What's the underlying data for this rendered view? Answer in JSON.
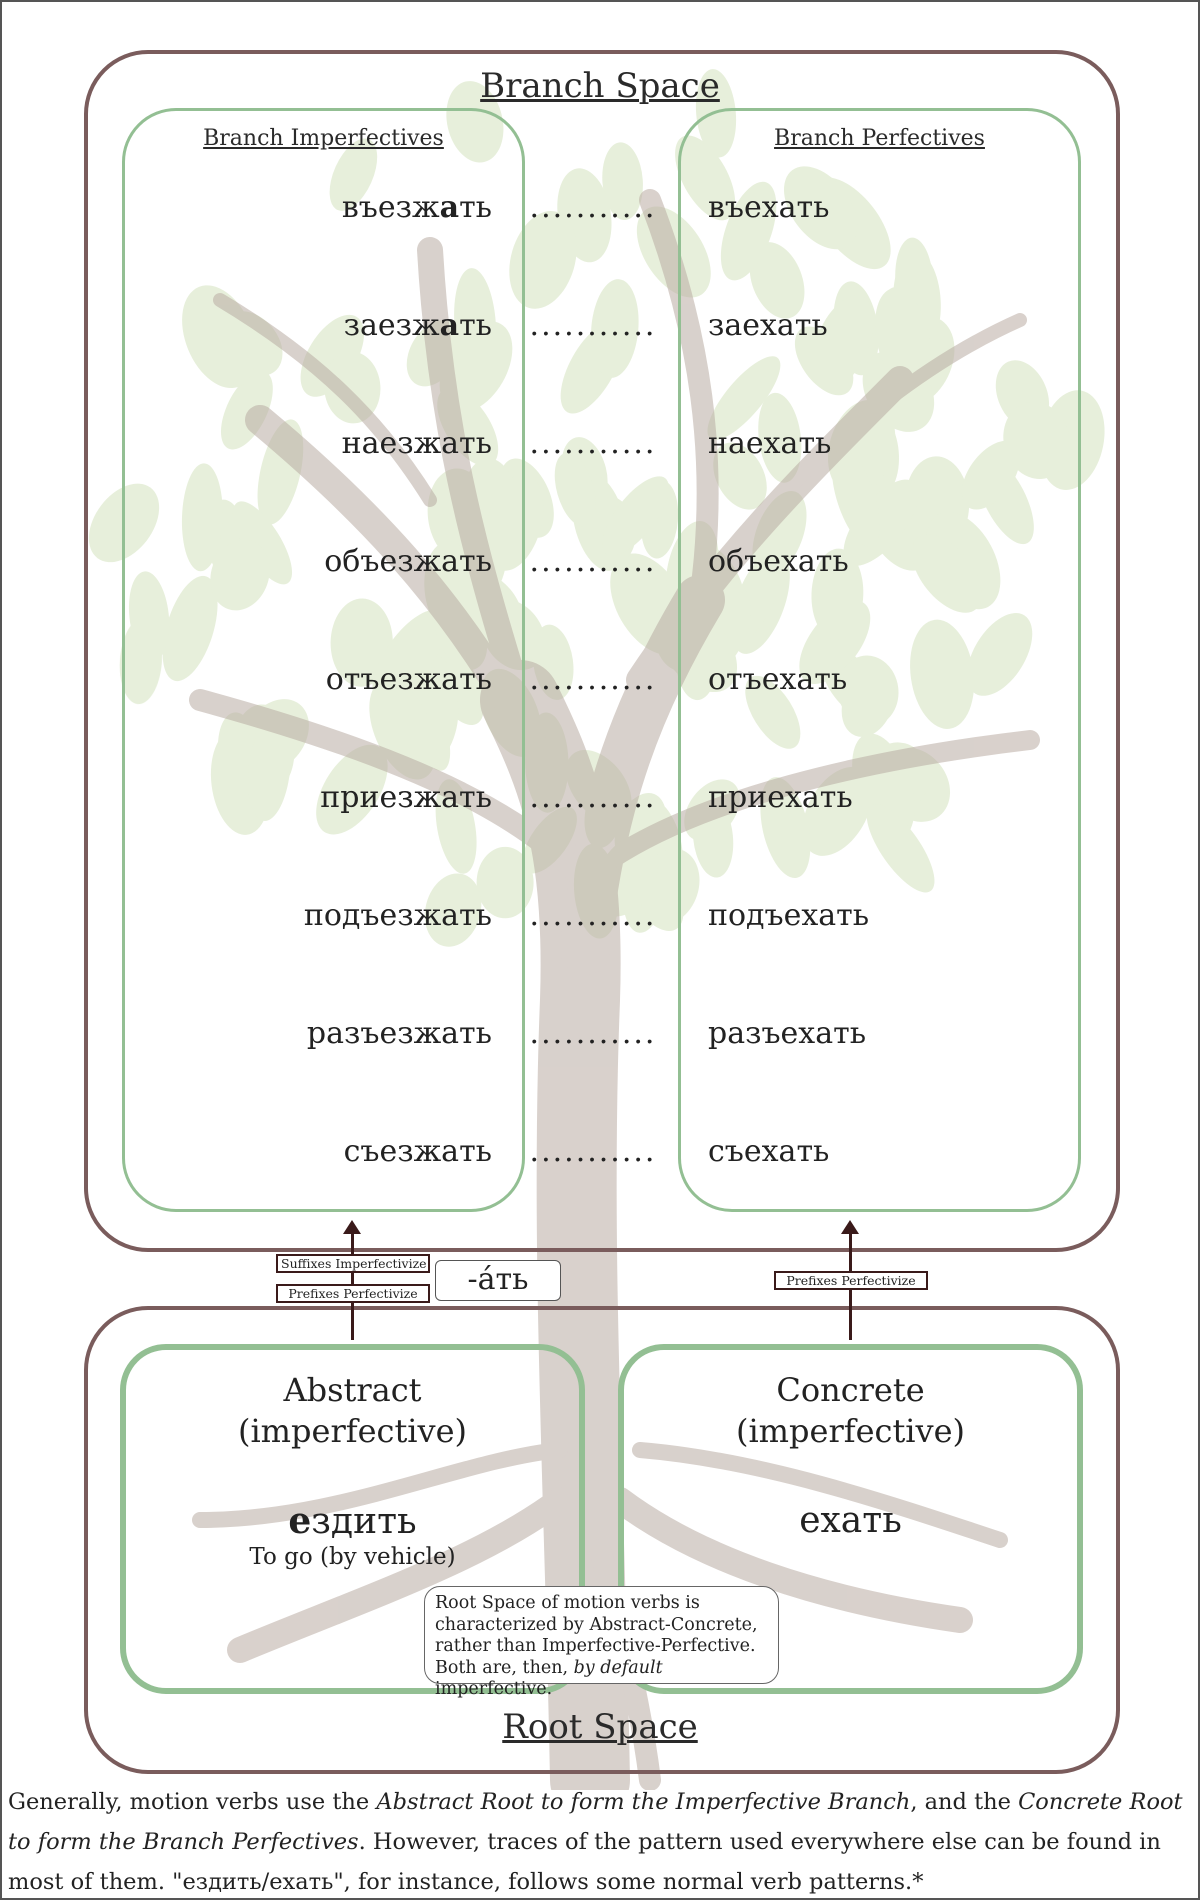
{
  "branch_space": {
    "title": "Branch Space",
    "imperfectives_title": "Branch Imperfectives",
    "perfectives_title": "Branch Perfectives",
    "pairs": [
      {
        "imperfective_pre": "въезж",
        "imperfective_stress": "а",
        "imperfective_post": "ть",
        "perfective": "въехать"
      },
      {
        "imperfective_pre": "заезж",
        "imperfective_stress": "а",
        "imperfective_post": "ть",
        "perfective": "заехать"
      },
      {
        "imperfective_pre": "наезжать",
        "imperfective_stress": "",
        "imperfective_post": "",
        "perfective": "наехать"
      },
      {
        "imperfective_pre": "объезжать",
        "imperfective_stress": "",
        "imperfective_post": "",
        "perfective": "объехать"
      },
      {
        "imperfective_pre": "отъезжать",
        "imperfective_stress": "",
        "imperfective_post": "",
        "perfective": "отъехать"
      },
      {
        "imperfective_pre": "приезжать",
        "imperfective_stress": "",
        "imperfective_post": "",
        "perfective": "приехать"
      },
      {
        "imperfective_pre": "подъезжать",
        "imperfective_stress": "",
        "imperfective_post": "",
        "perfective": "подъехать"
      },
      {
        "imperfective_pre": "разъезжать",
        "imperfective_stress": "",
        "imperfective_post": "",
        "perfective": "разъехать"
      },
      {
        "imperfective_pre": "съезжать",
        "imperfective_stress": "",
        "imperfective_post": "",
        "perfective": "съехать"
      }
    ],
    "dots": "..........."
  },
  "connectors": {
    "suffix_tag": "Suffixes Imperfectivize",
    "prefix_tag_left": "Prefixes Perfectivize",
    "prefix_tag_right": "Prefixes Perfectivize",
    "ending": "-áть"
  },
  "root_space": {
    "title": "Root Space",
    "abstract": {
      "label_line1": "Abstract",
      "label_line2": "(imperfective)",
      "verb_first": "е",
      "verb_rest": "здить",
      "gloss": "To go (by vehicle)"
    },
    "concrete": {
      "label_line1": "Concrete",
      "label_line2": "(imperfective)",
      "verb": "ехать"
    },
    "note": {
      "line1": "Root Space of motion verbs is",
      "line2": "characterized by Abstract-Concrete,",
      "line3": "rather than Imperfective-Perfective.",
      "line4_pre": "Both are, then, ",
      "line4_italic": "by default",
      "line4_post": " imperfective."
    }
  },
  "footer": {
    "p1": "Generally, motion verbs use the ",
    "p2": "Abstract Root to form the Imperfective Branch",
    "p3": ", and the ",
    "p4": "Concrete Root to form the Branch Perfectives",
    "p5": ". However, traces of the pattern used everywhere else can be found in most of them. \"ездить/ехать\", for instance, follows some normal verb patterns.*"
  },
  "colors": {
    "space_border": "#7a5c5c",
    "column_border": "#93bf93",
    "arrow": "#3a1a1a",
    "leaf": "#c9dcae",
    "trunk": "#b9aba2"
  }
}
